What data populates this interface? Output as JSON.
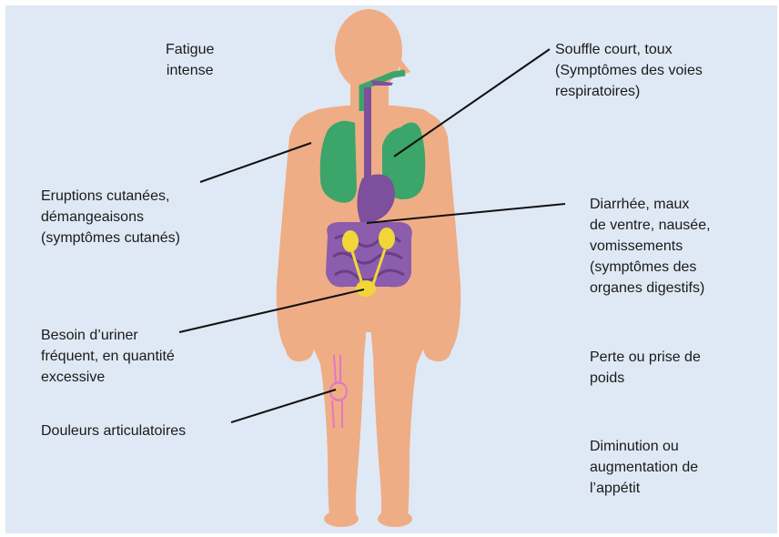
{
  "labels": {
    "fatigue": [
      "Fatigue",
      "intense"
    ],
    "respiratory": [
      "Souffle court, toux",
      "(Symptômes des voies",
      "respiratoires)"
    ],
    "skin": [
      "Eruptions cutanées,",
      "démangeaisons",
      "(symptômes cutanés)"
    ],
    "digestive": [
      "Diarrhée, maux",
      "de ventre, nausée,",
      "vomissements",
      "(symptômes des",
      "organes digestifs)"
    ],
    "urine": [
      "Besoin d’uriner",
      "fréquent, en quantité",
      "excessive"
    ],
    "weight": [
      "Perte ou prise de",
      "poids"
    ],
    "joints": [
      "Douleurs articulatoires"
    ],
    "appetite": [
      "Diminution ou",
      "augmentation de",
      "l’appétit"
    ]
  },
  "colors": {
    "background": "#dfe9f5",
    "skin": "#efad86",
    "lungs": "#3ba56a",
    "digestive": "#7e4f9c",
    "bladder": "#f1d63a",
    "joints": "#e276c8",
    "leader_lines": "#111111"
  }
}
